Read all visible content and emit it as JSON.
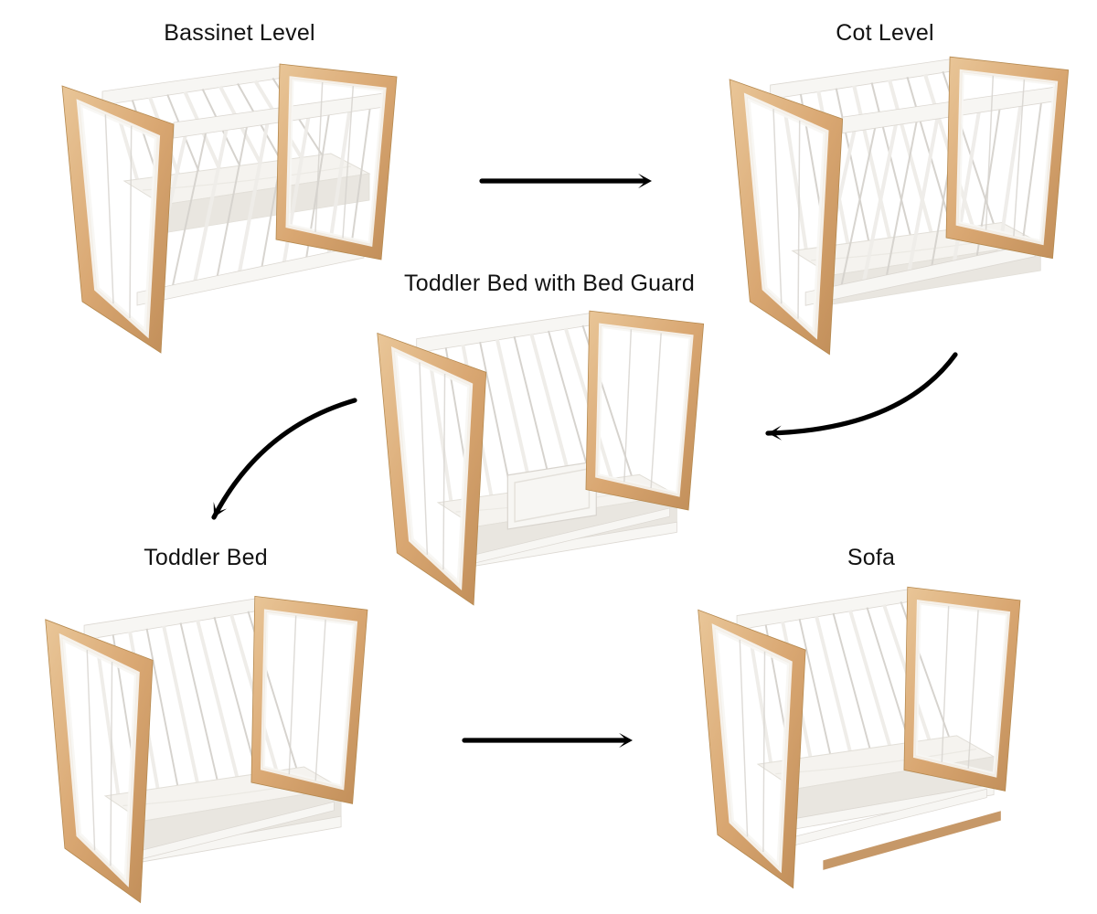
{
  "diagram": {
    "background": "#ffffff",
    "label_color": "#121212",
    "arrow_color": "#000000"
  },
  "colors": {
    "wood": "#d9a772",
    "wood_light": "#e9c698",
    "wood_dark": "#c08d58",
    "wood_edge": "#b5894f",
    "white_part": "#f7f6f3",
    "white_edge": "#dcd8d2",
    "acrylic": "#d6d3ce",
    "acrylic_white": "#efede9",
    "mattress": "#f5f3ef",
    "mattress_shade": "#e9e6e0",
    "mattress_edge": "#e2dfd8"
  },
  "stages": [
    {
      "id": "bassinet",
      "label": "Bassinet Level",
      "variant": "bassinet"
    },
    {
      "id": "cot",
      "label": "Cot Level",
      "variant": "cot"
    },
    {
      "id": "toddler-guard",
      "label": "Toddler Bed with Bed Guard",
      "variant": "toddler_guard"
    },
    {
      "id": "toddler",
      "label": "Toddler Bed",
      "variant": "toddler"
    },
    {
      "id": "sofa",
      "label": "Sofa",
      "variant": "sofa"
    }
  ],
  "arrows": [
    {
      "id": "arrow-bassinet-to-cot",
      "from": "bassinet",
      "to": "cot",
      "shape": "straight"
    },
    {
      "id": "arrow-cot-to-toddler-guard",
      "from": "cot",
      "to": "toddler-guard",
      "shape": "curved"
    },
    {
      "id": "arrow-toddler-guard-to-toddler",
      "from": "toddler-guard",
      "to": "toddler",
      "shape": "curved"
    },
    {
      "id": "arrow-toddler-to-sofa",
      "from": "toddler",
      "to": "sofa",
      "shape": "straight"
    }
  ]
}
